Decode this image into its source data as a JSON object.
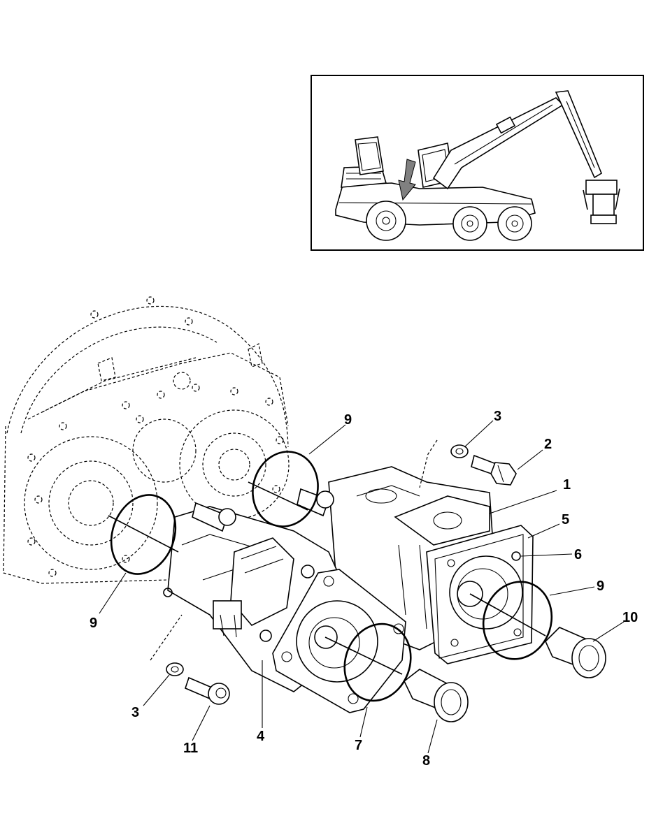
{
  "callouts": [
    {
      "id": "c1",
      "label": "1"
    },
    {
      "id": "c2",
      "label": "2"
    },
    {
      "id": "c3a",
      "label": "3"
    },
    {
      "id": "c3b",
      "label": "3"
    },
    {
      "id": "c4",
      "label": "4"
    },
    {
      "id": "c5",
      "label": "5"
    },
    {
      "id": "c6",
      "label": "6"
    },
    {
      "id": "c7",
      "label": "7"
    },
    {
      "id": "c8",
      "label": "8"
    },
    {
      "id": "c9a",
      "label": "9"
    },
    {
      "id": "c9b",
      "label": "9"
    },
    {
      "id": "c9c",
      "label": "9"
    },
    {
      "id": "c10",
      "label": "10"
    },
    {
      "id": "c11",
      "label": "11"
    }
  ],
  "colors": {
    "line": "#000000",
    "background": "#ffffff",
    "arrow": "#808080"
  }
}
